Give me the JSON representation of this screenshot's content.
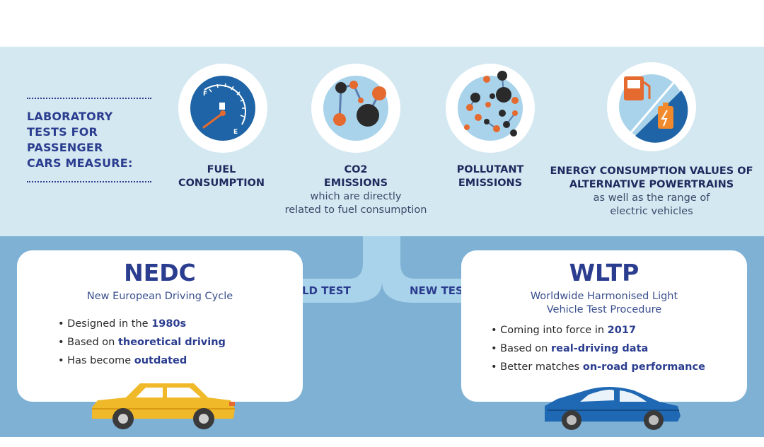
{
  "intro": {
    "lines": [
      "LABORATORY",
      "TESTS FOR",
      "PASSENGER",
      "CARS MEASURE:"
    ]
  },
  "measures": [
    {
      "icon": "fuel-gauge-icon",
      "title_lines": [
        "FUEL",
        "CONSUMPTION"
      ],
      "sub_lines": []
    },
    {
      "icon": "co2-molecule-icon",
      "title_lines": [
        "CO2",
        "EMISSIONS"
      ],
      "sub_lines": [
        "which are directly",
        "related to fuel consumption"
      ]
    },
    {
      "icon": "pollutant-molecules-icon",
      "title_lines": [
        "POLLUTANT",
        "EMISSIONS"
      ],
      "sub_lines": []
    },
    {
      "icon": "fuel-pump-battery-icon",
      "title_lines": [
        "ENERGY CONSUMPTION VALUES OF",
        "ALTERNATIVE POWERTRAINS"
      ],
      "sub_lines": [
        "as well as the range of",
        "electric vehicles"
      ]
    }
  ],
  "old": {
    "arrow_label": "OLD TEST",
    "title": "NEDC",
    "subtitle": "New European Driving Cycle",
    "bullets": [
      {
        "text": "Designed in the ",
        "bold": "1980s"
      },
      {
        "text": "Based on ",
        "bold": "theoretical driving"
      },
      {
        "text": "Has become ",
        "bold": "outdated"
      }
    ]
  },
  "new": {
    "arrow_label": "NEW TEST",
    "title": "WLTP",
    "subtitle_lines": [
      "Worldwide Harmonised Light",
      "Vehicle Test Procedure"
    ],
    "bullets": [
      {
        "text": "Coming into force in ",
        "bold": "2017"
      },
      {
        "text": "Based on ",
        "bold": "real-driving data"
      },
      {
        "text": "Better matches ",
        "bold": "on-road performance"
      }
    ]
  },
  "gauge": {
    "full_label": "F",
    "empty_label": "E"
  },
  "colors": {
    "navy": "#2b3d8f",
    "light_band": "#d4e8f1",
    "mid_band": "#7fb1d5",
    "arrow": "#a9d3ea",
    "gauge_blue": "#1e64a6",
    "orange": "#e46a2f",
    "dark": "#2a2a2a",
    "old_car": "#f0b92a",
    "new_car": "#1f68b3"
  }
}
